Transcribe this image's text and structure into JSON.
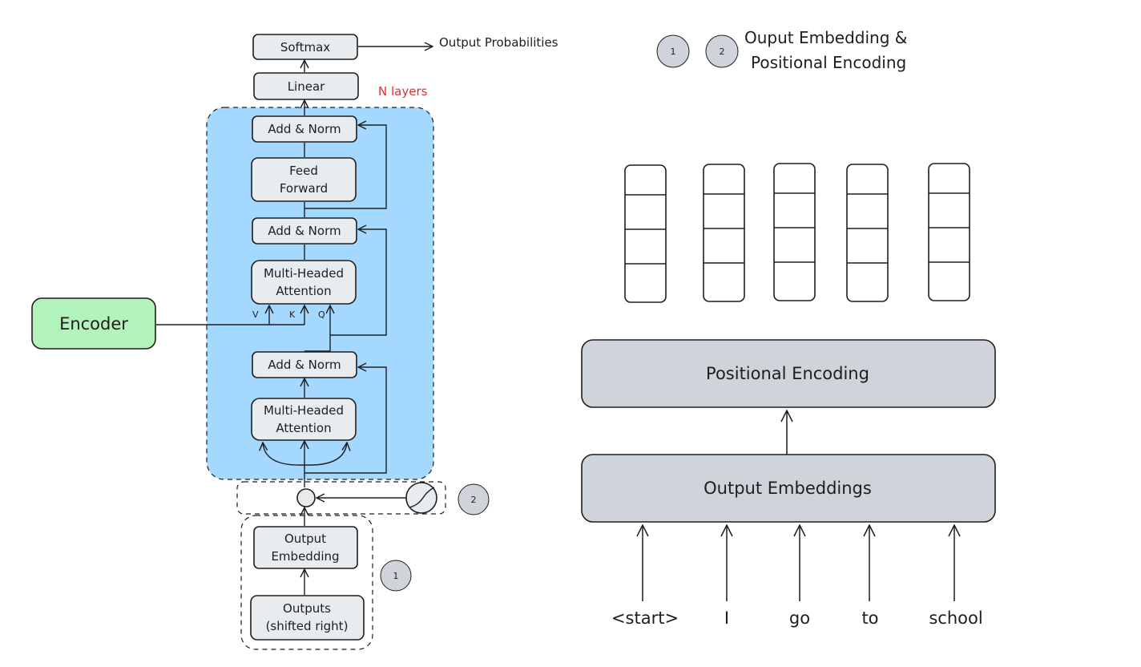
{
  "colors": {
    "stroke": "#1e1e1e",
    "box_fill": "#e9ecef",
    "decoder_fill": "#a5d8ff",
    "encoder_fill": "#b2f2bb",
    "embed_fill": "#ced4da",
    "badge_fill": "#ced4da",
    "red_text": "#e03131"
  },
  "decoder": {
    "softmax": "Softmax",
    "output_probabilities": "Output Probabilities",
    "linear": "Linear",
    "n_layers": "N layers",
    "add_norm_top": "Add & Norm",
    "feed_forward_line1": "Feed",
    "feed_forward_line2": "Forward",
    "add_norm_mid": "Add & Norm",
    "cross_attention_line1": "Multi-Headed",
    "cross_attention_line2": "Attention",
    "input_v": "V",
    "input_k": "K",
    "input_q": "Q",
    "add_norm_bottom": "Add & Norm",
    "self_attention_line1": "Multi-Headed",
    "self_attention_line2": "Attention",
    "output_embedding_line1": "Output",
    "output_embedding_line2": "Embedding",
    "outputs_line1": "Outputs",
    "outputs_line2": "(shifted right)",
    "badge_2": "2",
    "badge_1": "1"
  },
  "encoder": {
    "label": "Encoder"
  },
  "legend": {
    "badge_1": "1",
    "badge_2": "2",
    "title_line1": "Ouput Embedding &",
    "title_line2": "Positional Encoding"
  },
  "detail": {
    "positional_encoding": "Positional Encoding",
    "output_embeddings": "Output Embeddings",
    "tokens": [
      "<start>",
      "I",
      "go",
      "to",
      "school"
    ]
  }
}
